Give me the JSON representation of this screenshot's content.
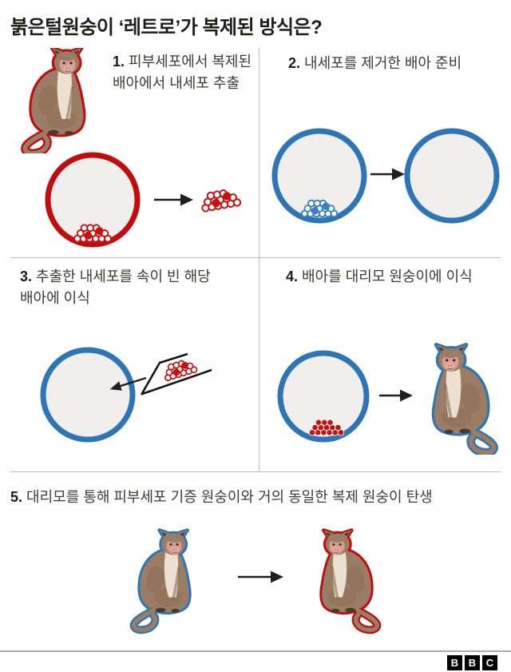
{
  "title": "붉은털원숭이 ‘레트로’가 복제된 방식은?",
  "steps": [
    {
      "num": "1.",
      "text": "피부세포에서 복제된 배아에서 내세포 추출"
    },
    {
      "num": "2.",
      "text": "내세포를 제거한 배아 준비"
    },
    {
      "num": "3.",
      "text": "추출한 내세포를 속이 빈 해당 배아에 이식"
    },
    {
      "num": "4.",
      "text": "배아를 대리모 원숭이에 이식"
    },
    {
      "num": "5.",
      "text": "대리모를 통해 피부세포 기증 원숭이와 거의 동일한 복제 원숭이 탄생"
    }
  ],
  "footer": {
    "logo": [
      "B",
      "B",
      "C"
    ]
  },
  "colors": {
    "donor_red": "#c00d0d",
    "embryo_blue": "#2e75b6",
    "cell_red": "#c41212",
    "cell_blue": "#3b7dc2",
    "embryo_fill": "#f0efed",
    "monkey_fur": "#9b7c64",
    "divider": "#bcbcba",
    "footer_divider": "#ababab",
    "title_text": "#1d1d1b",
    "body_text": "#3b3b39",
    "logo_bg": "#000000",
    "logo_text": "#ffffff"
  },
  "icons": {
    "donor_monkey": "monkey-red-outline",
    "surrogate_monkey": "monkey-blue-outline",
    "clone_monkey": "monkey-red-outline",
    "embryo": "circle-outline",
    "inner_cell_mass": "cell-cluster-dots",
    "pipette": "open-funnel-lines",
    "arrow": "black-right-arrow",
    "bbc_logo": "three-black-squares"
  }
}
